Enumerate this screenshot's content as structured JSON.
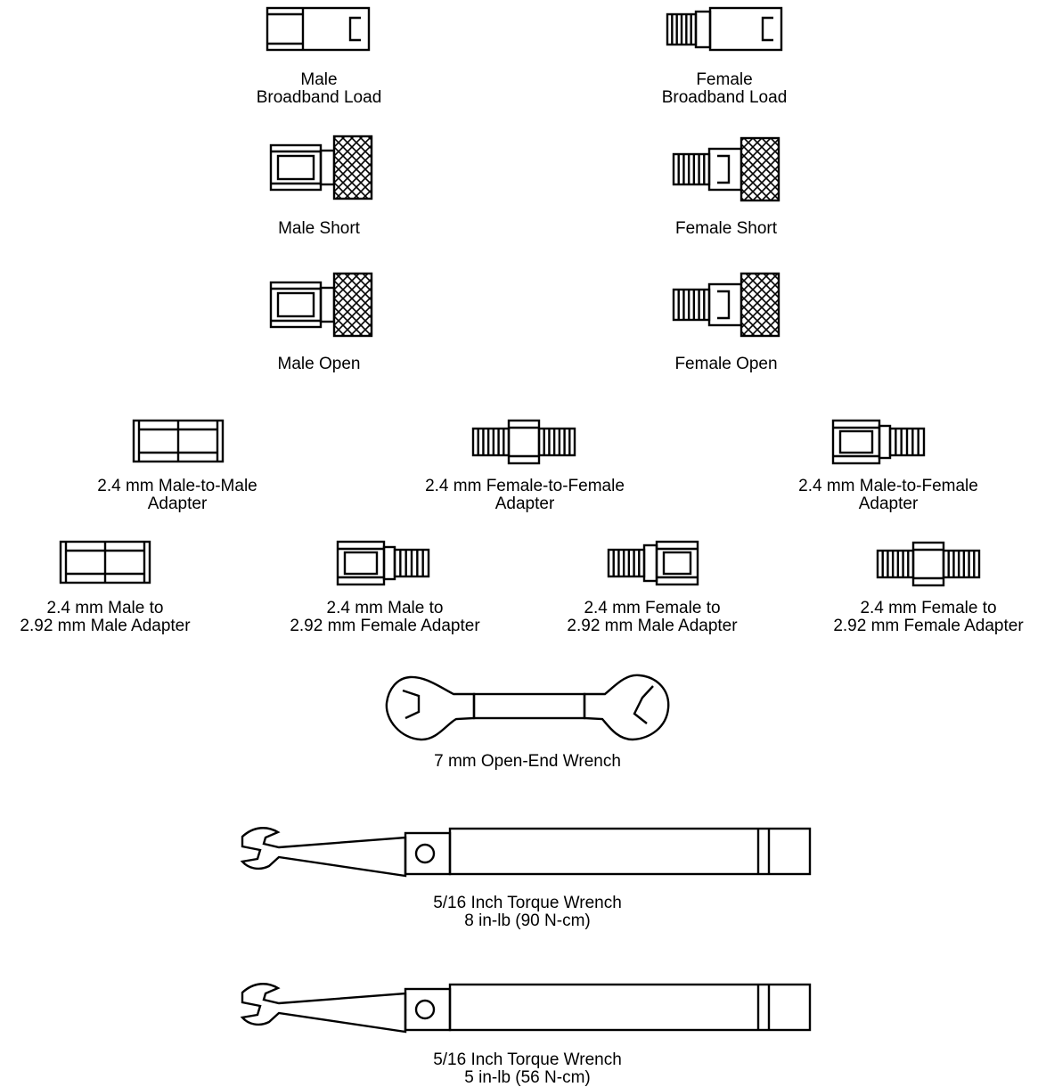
{
  "colors": {
    "ink": "#000000",
    "paper": "#ffffff"
  },
  "items": [
    {
      "id": "male-broadband-load",
      "icon": "male-broadband-load-icon",
      "label": [
        "Male",
        "Broadband Load"
      ]
    },
    {
      "id": "female-broadband-load",
      "icon": "female-broadband-load-icon",
      "label": [
        "Female",
        "Broadband Load"
      ]
    },
    {
      "id": "male-short",
      "icon": "male-short-icon",
      "label": [
        "Male Short"
      ]
    },
    {
      "id": "female-short",
      "icon": "female-short-icon",
      "label": [
        "Female Short"
      ]
    },
    {
      "id": "male-open",
      "icon": "male-open-icon",
      "label": [
        "Male Open"
      ]
    },
    {
      "id": "female-open",
      "icon": "female-open-icon",
      "label": [
        "Female Open"
      ]
    },
    {
      "id": "adapter-mm",
      "icon": "male-to-male-adapter-icon",
      "label": [
        "2.4 mm Male-to-Male",
        "Adapter"
      ]
    },
    {
      "id": "adapter-ff",
      "icon": "female-to-female-adapter-icon",
      "label": [
        "2.4 mm Female-to-Female",
        "Adapter"
      ]
    },
    {
      "id": "adapter-mf",
      "icon": "male-to-female-adapter-icon",
      "label": [
        "2.4 mm Male-to-Female",
        "Adapter"
      ]
    },
    {
      "id": "adapter-m-292m",
      "icon": "male-to-292-male-adapter-icon",
      "label": [
        "2.4 mm Male to",
        "2.92 mm Male Adapter"
      ]
    },
    {
      "id": "adapter-m-292f",
      "icon": "male-to-292-female-adapter-icon",
      "label": [
        "2.4 mm Male to",
        "2.92 mm Female Adapter"
      ]
    },
    {
      "id": "adapter-f-292m",
      "icon": "female-to-292-male-adapter-icon",
      "label": [
        "2.4 mm Female to",
        "2.92 mm Male Adapter"
      ]
    },
    {
      "id": "adapter-f-292f",
      "icon": "female-to-292-female-adapter-icon",
      "label": [
        "2.4 mm Female to",
        "2.92 mm Female  Adapter"
      ]
    },
    {
      "id": "open-end-wrench",
      "icon": "open-end-wrench-icon",
      "label": [
        "7 mm Open-End Wrench"
      ]
    },
    {
      "id": "torque-wrench-8",
      "icon": "torque-wrench-icon",
      "label": [
        "5/16 Inch Torque Wrench",
        "8 in-lb (90 N-cm)"
      ]
    },
    {
      "id": "torque-wrench-5",
      "icon": "torque-wrench-icon",
      "label": [
        "5/16 Inch Torque Wrench",
        "5 in-lb (56 N-cm)"
      ]
    }
  ]
}
